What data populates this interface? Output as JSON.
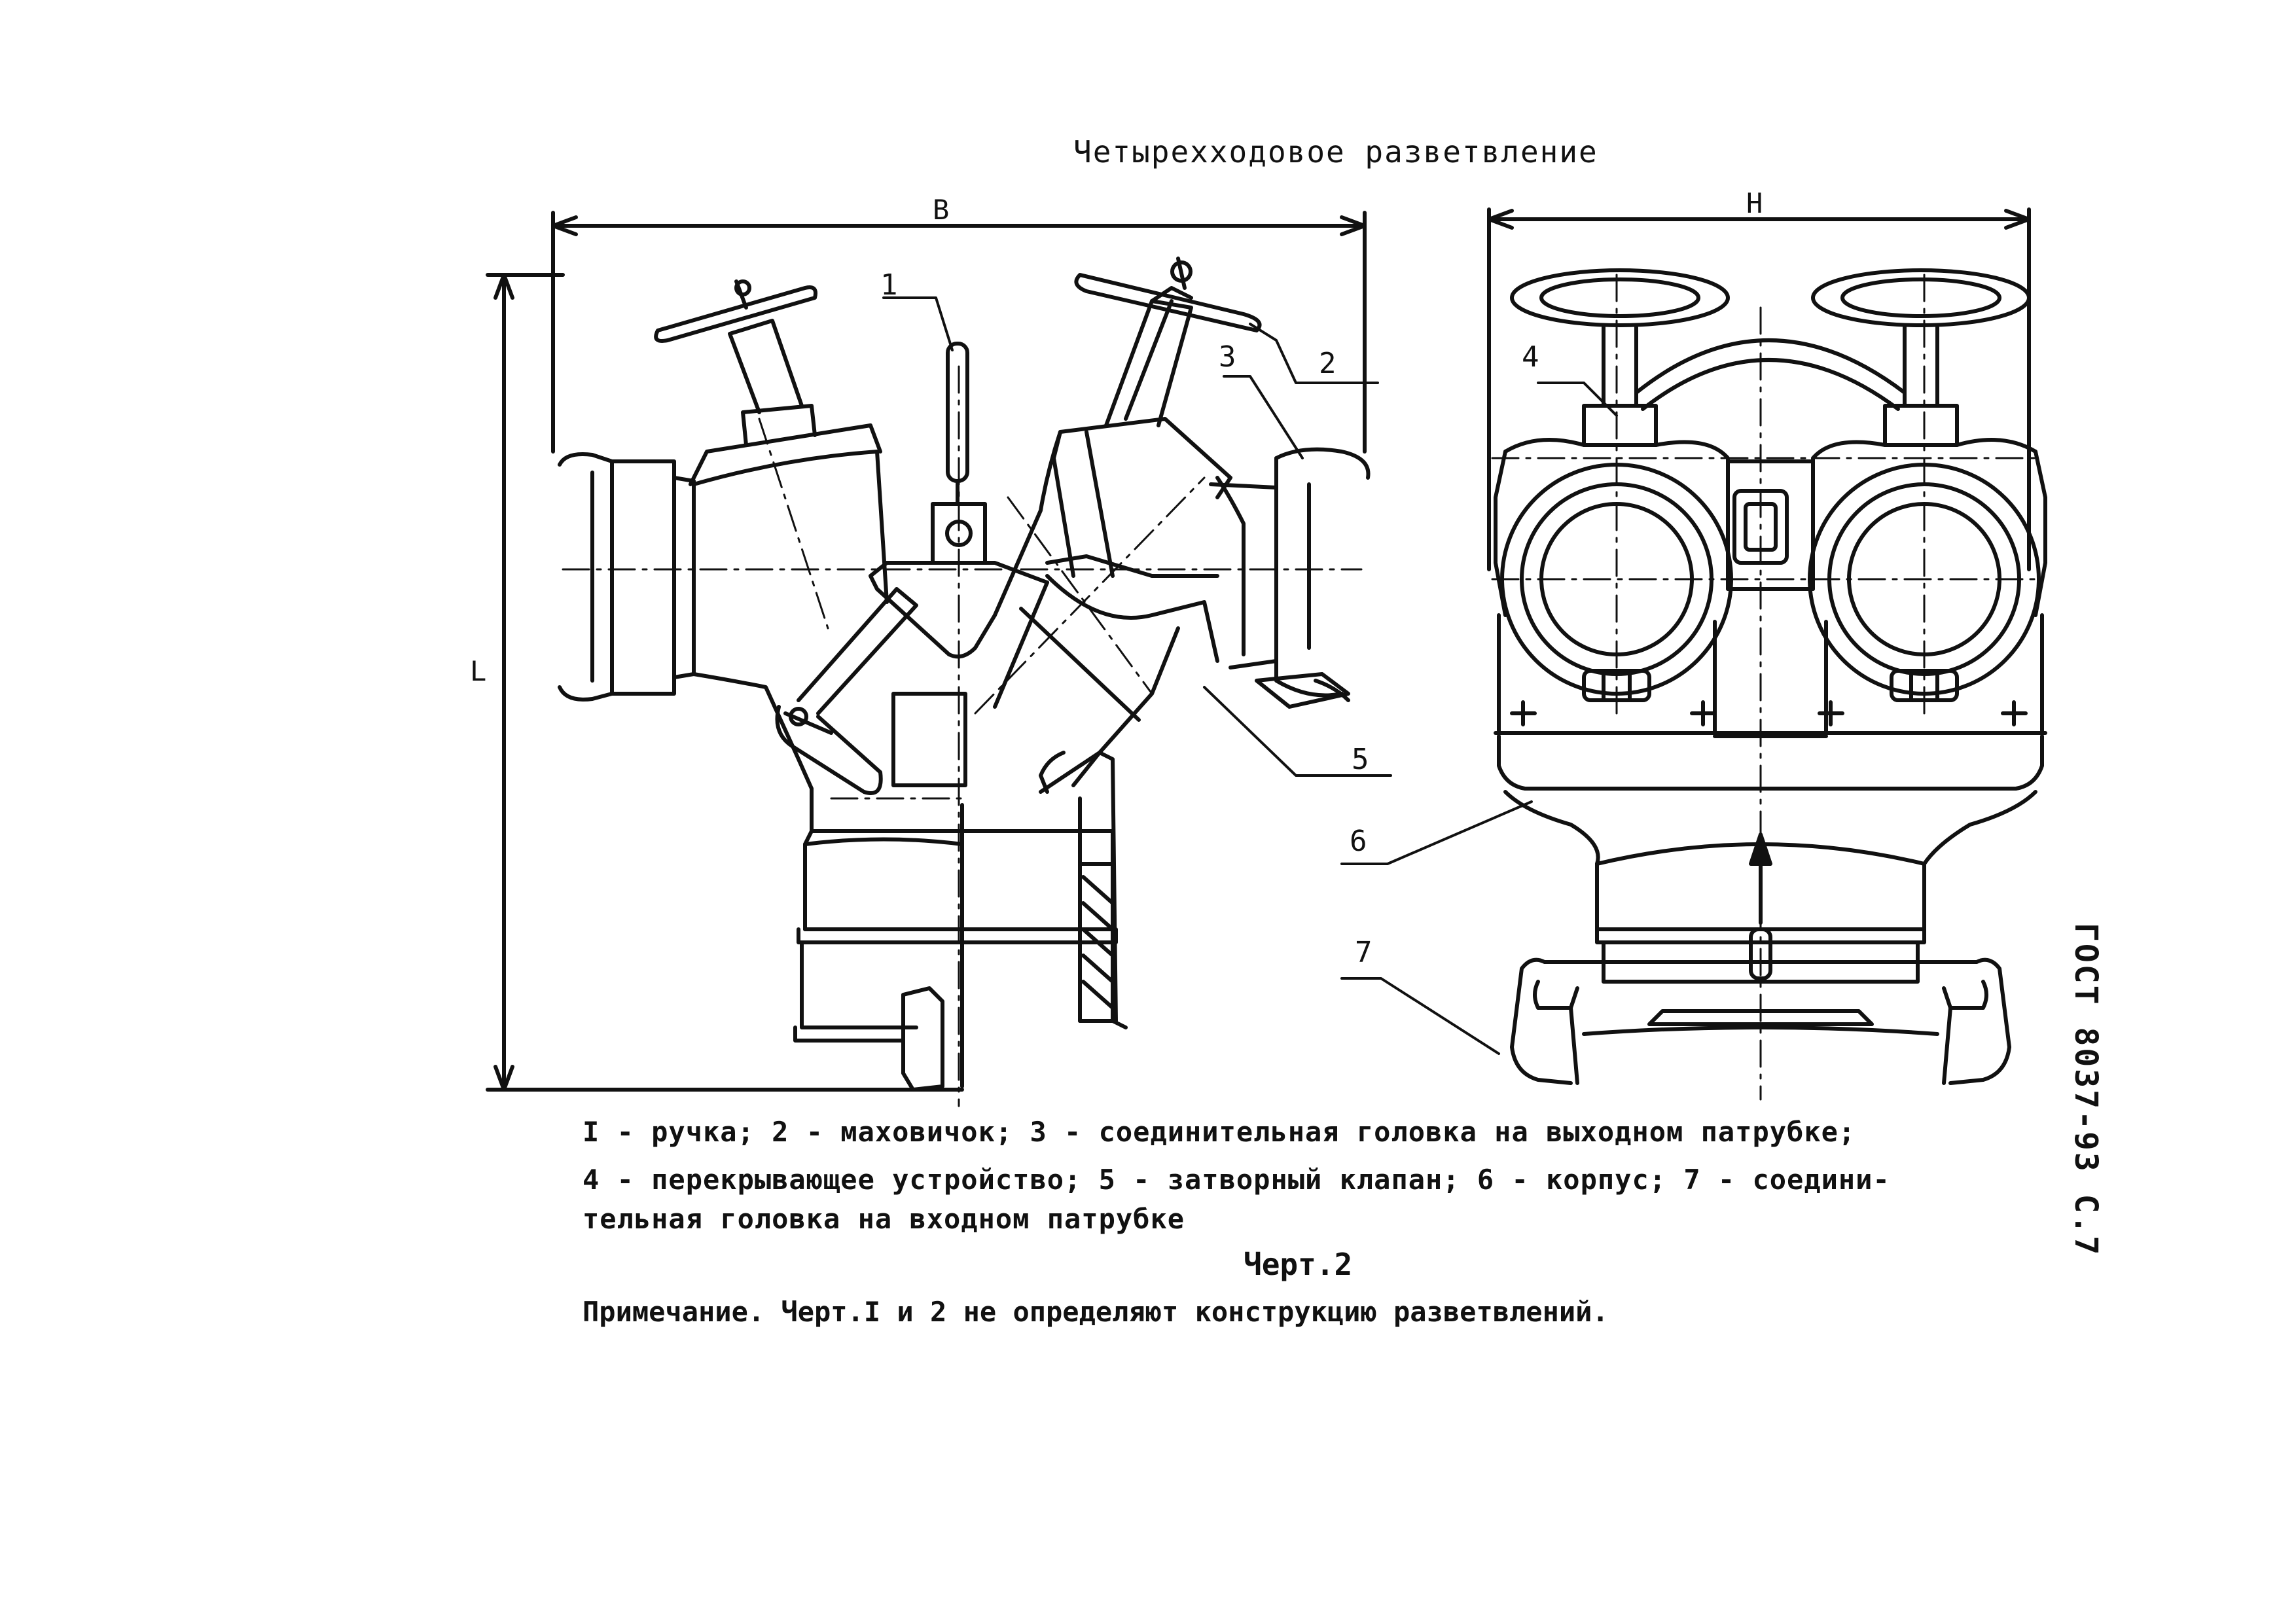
{
  "title": "Четырехходовое разветвление",
  "dimensions": {
    "width_label": "B",
    "height_label": "L",
    "front_width_label": "H"
  },
  "callouts": [
    "1",
    "2",
    "3",
    "4",
    "5",
    "6",
    "7"
  ],
  "legend": {
    "line1": "I - ручка; 2 - маховичок; 3 - соединительная головка на выходном патрубке;",
    "line2": "4 - перекрывающее устройство; 5 - затворный клапан; 6 - корпус; 7 - соедини-",
    "line3": "тельная головка на входном патрубке"
  },
  "figure_label": "Черт.2",
  "note": "Примечание. Черт.I и 2 не определяют конструкцию разветвлений.",
  "side_label": "ГОСТ 8037-93 С.7"
}
